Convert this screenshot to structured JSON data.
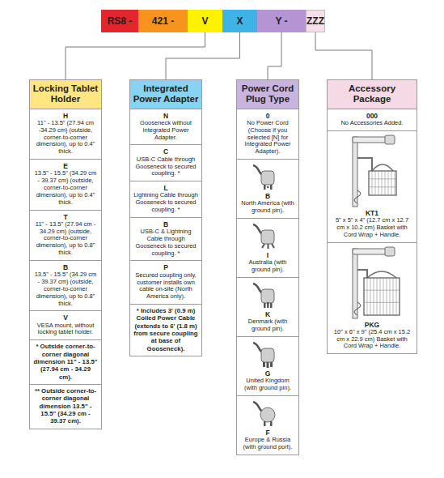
{
  "diagram": {
    "nodes": [
      {
        "text": [
          "RS8 -"
        ]
      },
      {
        "text": [
          "421 -"
        ]
      },
      {
        "text": [
          "V"
        ]
      },
      {
        "text": [
          "X"
        ]
      },
      {
        "text": [
          "Y -"
        ]
      },
      {
        "text": [
          "ZZZ"
        ]
      },
      {
        "text": [
          "Locking Tablet Holder"
        ]
      },
      {
        "text": [
          "H",
          "11\" - 13.5\" (27.94 cm -34.29 cm) (outside, corner-to-corner dimension), up to 0.4\" thick."
        ],
        "in": 6
      },
      {
        "text": [
          "E",
          "13.5\" - 15.5\" (34.29 cm - 39.37 cm) (outside, corner-to-corner dimension), up to 0.4\" thick."
        ],
        "in": 6
      },
      {
        "text": [
          "T",
          "11\" - 13.5\" (27.94 cm - 34.29 cm) (outside, corner-to-corner dimension), up to 0.8\" thick."
        ],
        "in": 6
      },
      {
        "text": [
          "B",
          "13.5\" - 15.5\" (34.29 cm - 39.37 cm) (outside, corner-to-corner dimension), up to 0.8\" thick."
        ],
        "in": 6
      },
      {
        "text": [
          "V",
          "VESA mount, without locking tablet holder."
        ],
        "in": 6
      },
      {
        "text": [
          "* Outside corner-to-corner diagonal dimension 11\" - 13.5\" (27.94 cm - 34.29 cm)."
        ],
        "in": 6
      },
      {
        "text": [
          "** Outside corner-to-corner diagonal dimension 13.5\" - 15.5\" (34.29 cm - 39.37 cm)."
        ],
        "in": 6
      },
      {
        "text": [
          "Integrated Power Adapter"
        ]
      },
      {
        "text": [
          "N",
          "Gooseneck without Integrated Power Adapter."
        ],
        "in": 14
      },
      {
        "text": [
          "C",
          "USB-C Cable through Gooseneck to secured coupling. *"
        ],
        "in": 14
      },
      {
        "text": [
          "L",
          "Lightning Cable through Gooseneck to secured coupling. *"
        ],
        "in": 14
      },
      {
        "text": [
          "B",
          "USB-C & Lightning Cable through Gooseneck to secured coupling. *"
        ],
        "in": 14
      },
      {
        "text": [
          "P",
          "Secured coupling only, customer installs own cable on-site (North America only)."
        ],
        "in": 14
      },
      {
        "text": [
          "* Includes 3' (0.9 m) Coiled Power Cable (extends to 6' (1.8 m) from secure coupling at base of Gooseneck)."
        ],
        "in": 14
      },
      {
        "text": [
          "Power Cord Plug Type"
        ]
      },
      {
        "text": [
          "0",
          "No Power Cord (Choose if you selected [N] for Integrated Power Adapter)."
        ],
        "in": 21
      },
      {
        "text": [
          "B",
          "North America (with ground pin)."
        ],
        "in": 21
      },
      {
        "text": [
          "I",
          "Australia (with ground pin)."
        ],
        "in": 21
      },
      {
        "text": [
          "K",
          "Denmark (with ground pin)."
        ],
        "in": 21
      },
      {
        "text": [
          "G",
          "United Kingdom (with ground pin)."
        ],
        "in": 21
      },
      {
        "text": [
          "F",
          "Europe & Russia (with ground port)."
        ],
        "in": 21
      },
      {
        "text": [
          "Accessory Package"
        ]
      },
      {
        "text": [
          "000",
          "No Accessories Added."
        ],
        "in": 28
      },
      {
        "text": [
          "KT1",
          "5\" x 5\" x 4\" (12.7 cm x 12.7 cm x 10.2 cm) Basket with Cord Wrap + Handle."
        ],
        "in": 28
      },
      {
        "text": [
          "PKG",
          "10\" x 6\" x 9\" (25.4 cm x 15.2 cm x 22.9 cm) Basket with Cord Wrap + Handle."
        ],
        "in": 28
      }
    ],
    "edges": [
      {
        "from": 2,
        "to": 6,
        "arrow": "none"
      },
      {
        "from": 3,
        "to": 14,
        "arrow": "none"
      },
      {
        "from": 4,
        "to": 21,
        "arrow": "none"
      },
      {
        "from": 5,
        "to": 28,
        "arrow": "none"
      }
    ]
  }
}
